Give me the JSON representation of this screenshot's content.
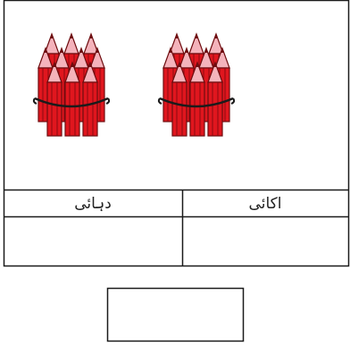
{
  "worksheet": {
    "colors": {
      "line": "#1a1a1a",
      "pencil_red": "#e0161e",
      "pencil_dark": "#6e0c0f",
      "pencil_tip": "#f4b3bb",
      "band": "#1b1b1b"
    },
    "bundles": [
      {
        "icon": "pencil-bundle-icon",
        "pencils_per_bundle": 10
      },
      {
        "icon": "pencil-bundle-icon",
        "pencils_per_bundle": 10
      }
    ],
    "table": {
      "headers": [
        "دہائی",
        "اکائی"
      ],
      "answers": [
        "",
        ""
      ]
    },
    "total_answer": ""
  }
}
